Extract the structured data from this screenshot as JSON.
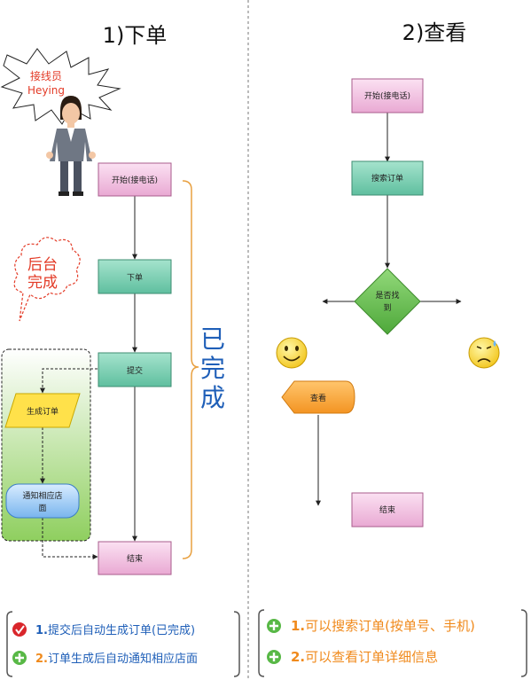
{
  "left": {
    "title": "1)下单",
    "star_label_1": "接线员",
    "star_label_2": "Heying",
    "cloud_label_1": "后台",
    "cloud_label_2": "完成",
    "brace_label": [
      "已",
      "完",
      "成"
    ],
    "nodes": {
      "start": "开始(接电话)",
      "order": "下单",
      "submit": "提交",
      "gen": "生成订单",
      "notify_1": "通知相应店",
      "notify_2": "面",
      "end": "结束"
    },
    "notes": [
      {
        "num": "1.",
        "text": "提交后自动生成订单(已完成)",
        "icon": "check-icon"
      },
      {
        "num": "2.",
        "text": "订单生成后自动通知相应店面",
        "icon": "plus-icon"
      }
    ]
  },
  "right": {
    "title": "2)查看",
    "nodes": {
      "start": "开始(接电话)",
      "search": "搜索订单",
      "decide_1": "是否找",
      "decide_2": "到",
      "view": "查看",
      "end": "结束"
    },
    "notes": [
      {
        "num": "1.",
        "text": "可以搜索订单(按单号、手机)",
        "icon": "plus-icon"
      },
      {
        "num": "2.",
        "text": "可以查看订单详细信息",
        "icon": "plus-icon"
      }
    ]
  },
  "colors": {
    "pink": "#f2c6e3",
    "teal": "#7fd0b6",
    "green_diamond": "#6cbf4d",
    "orange": "#f6a640",
    "yellow": "#ffe14a",
    "blue": "#9dc9f5",
    "accent_blue": "#1f5fb8",
    "accent_orange": "#f08a1c"
  }
}
